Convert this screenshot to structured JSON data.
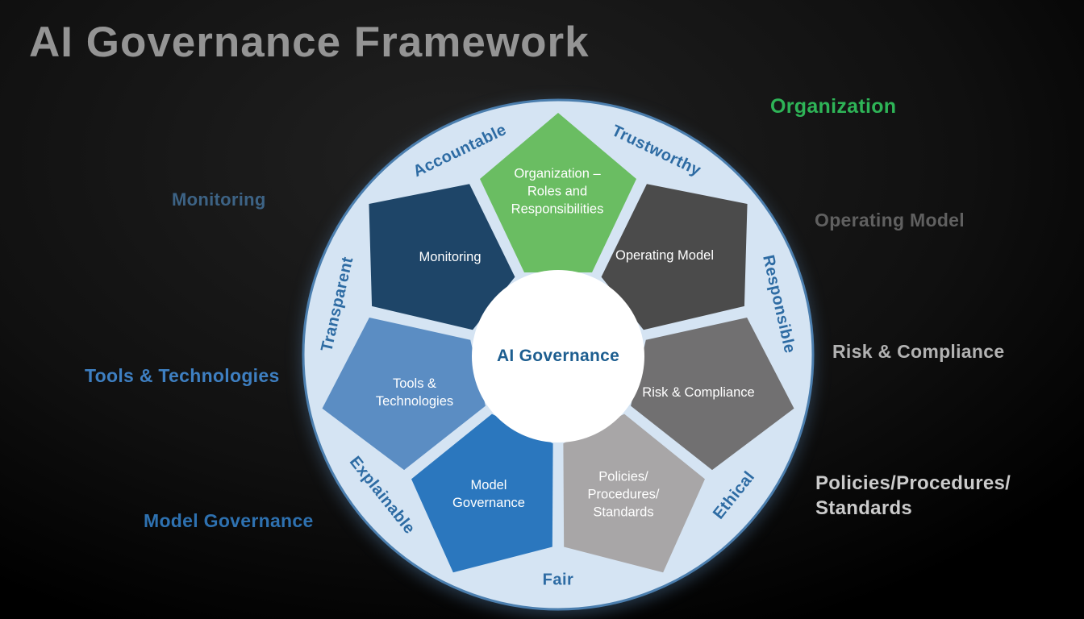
{
  "title": "AI Governance Framework",
  "center": {
    "label": "AI Governance",
    "text_color": "#1d5e90",
    "fill": "#ffffff"
  },
  "wheel": {
    "ring_fill": "#d5e4f3",
    "ring_border": "#4b7eae",
    "ring_word_color": "#2d6ba3",
    "petal_text_color": "#ffffff",
    "petals": [
      {
        "name": "organization",
        "label": "Organization –\nRoles and\nResponsibilities",
        "color": "#6abd62"
      },
      {
        "name": "operating-model",
        "label": "Operating Model",
        "color": "#4b4b4b"
      },
      {
        "name": "risk-compliance",
        "label": "Risk & Compliance",
        "color": "#717071"
      },
      {
        "name": "policies",
        "label": "Policies/\nProcedures/\nStandards",
        "color": "#a8a6a7"
      },
      {
        "name": "model-governance",
        "label": "Model\nGovernance",
        "color": "#2b77be"
      },
      {
        "name": "tools-technologies",
        "label": "Tools &\nTechnologies",
        "color": "#5b8dc3"
      },
      {
        "name": "monitoring",
        "label": "Monitoring",
        "color": "#1e4568"
      }
    ],
    "ring_words": [
      {
        "label": "Accountable"
      },
      {
        "label": "Trustworthy"
      },
      {
        "label": "Responsible"
      },
      {
        "label": "Ethical"
      },
      {
        "label": "Fair"
      },
      {
        "label": "Explainable"
      },
      {
        "label": "Transparent"
      }
    ]
  },
  "annotations": {
    "organization": {
      "label": "Organization",
      "color": "#2eb457"
    },
    "monitoring": {
      "label": "Monitoring",
      "color": "#3d6385"
    },
    "operating_model": {
      "label": "Operating Model",
      "color": "#606060"
    },
    "risk_compliance": {
      "label": "Risk & Compliance",
      "color": "#b2b2b2"
    },
    "policies": {
      "label": "Policies/Procedures/\nStandards",
      "color": "#cbcbcb"
    },
    "tools_technologies": {
      "label": "Tools & Technologies",
      "color": "#3e7fc1"
    },
    "model_governance": {
      "label": "Model Governance",
      "color": "#2e71b0"
    }
  }
}
